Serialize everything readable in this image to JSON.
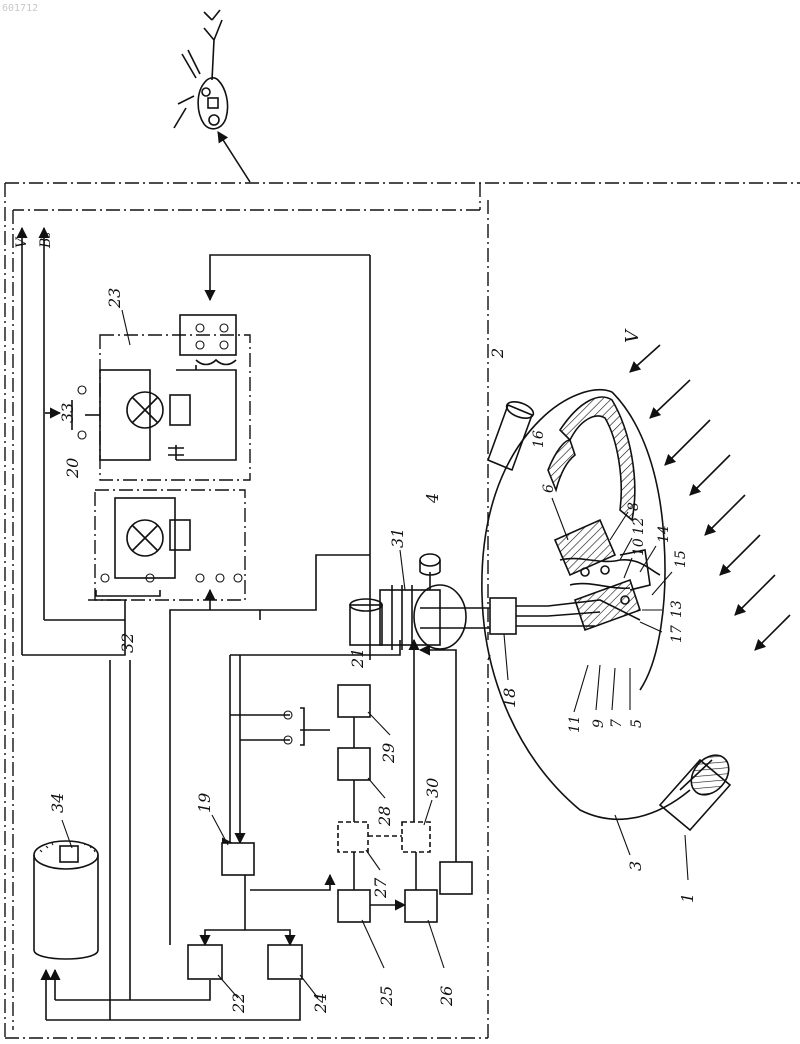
{
  "watermark": "601712",
  "labels": {
    "l1": "1",
    "l2": "2",
    "l3": "3",
    "l4": "4",
    "l5": "5",
    "l6": "6",
    "l7": "7",
    "l8": "8",
    "l9": "9",
    "l10": "10",
    "l11": "11",
    "l12": "12",
    "l13": "13",
    "l14": "14",
    "l15": "15",
    "l16": "16",
    "l17": "17",
    "l18": "18",
    "l19": "19",
    "l20": "20",
    "l21": "21",
    "l22": "22",
    "l23": "23",
    "l24": "24",
    "l25": "25",
    "l26": "26",
    "l27": "27",
    "l28": "28",
    "l29": "29",
    "l30": "30",
    "l31": "31",
    "l32": "32",
    "l33": "33",
    "l34": "34"
  },
  "outputs": {
    "v": "V₃",
    "b": "B₃"
  },
  "wind": "V"
}
